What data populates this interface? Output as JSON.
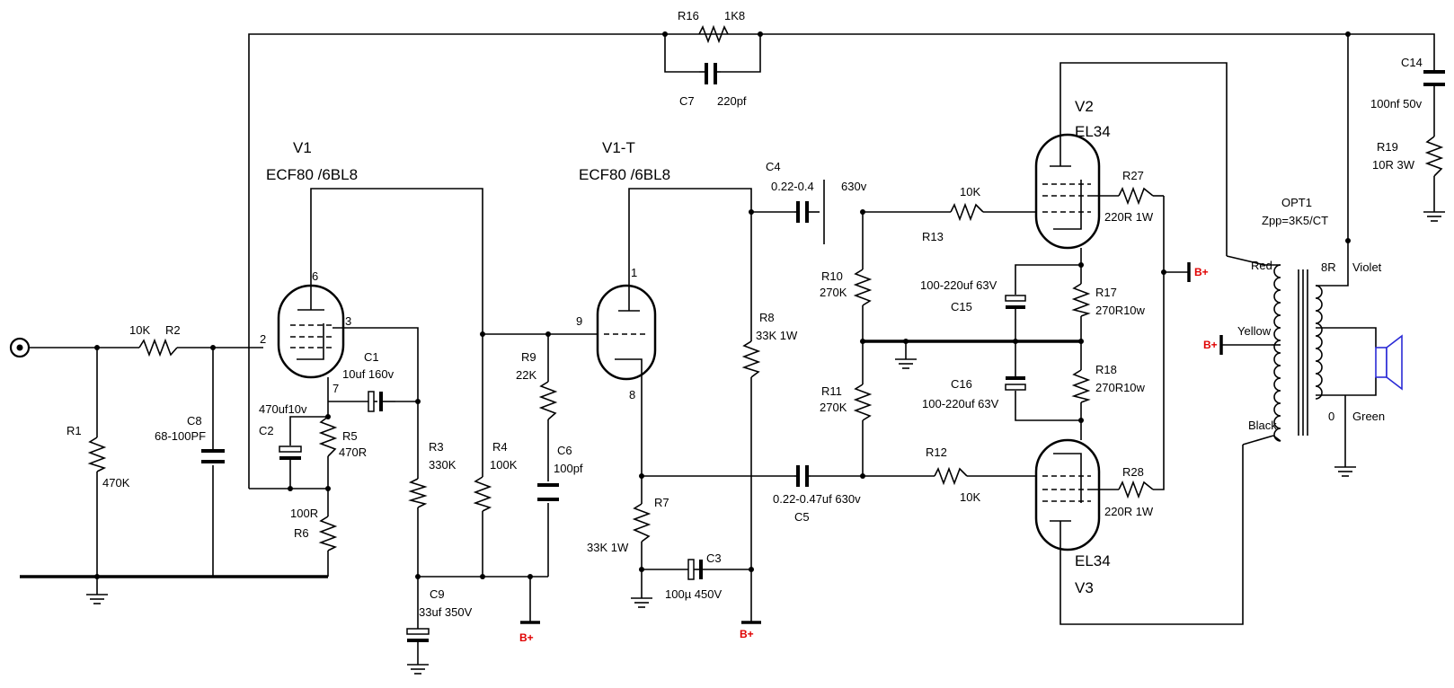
{
  "tubes": {
    "v1": {
      "name": "V1",
      "type": "ECF80 /6BL8",
      "pins": [
        "2",
        "3",
        "6",
        "7"
      ]
    },
    "v1t": {
      "name": "V1-T",
      "type": "ECF80 /6BL8",
      "pins": [
        "1",
        "9",
        "8"
      ]
    },
    "v2": {
      "name": "V2",
      "type": "EL34"
    },
    "v3": {
      "name": "V3",
      "type": "EL34"
    }
  },
  "resistors": {
    "r1": {
      "ref": "R1",
      "value": "470K"
    },
    "r2": {
      "ref": "R2",
      "value": "10K"
    },
    "r3": {
      "ref": "R3",
      "value": "330K"
    },
    "r4": {
      "ref": "R4",
      "value": "100K"
    },
    "r5": {
      "ref": "R5",
      "value": "470R"
    },
    "r6": {
      "ref": "R6",
      "value": "100R"
    },
    "r7": {
      "ref": "R7",
      "value": "33K 1W"
    },
    "r8": {
      "ref": "R8",
      "value": "33K 1W"
    },
    "r9": {
      "ref": "R9",
      "value": "22K"
    },
    "r10": {
      "ref": "R10",
      "value": "270K"
    },
    "r11": {
      "ref": "R11",
      "value": "270K"
    },
    "r12": {
      "ref": "R12",
      "value": "10K"
    },
    "r13": {
      "ref": "R13",
      "value": "10K"
    },
    "r16": {
      "ref": "R16",
      "value": "1K8"
    },
    "r17": {
      "ref": "R17",
      "value": "270R10w"
    },
    "r18": {
      "ref": "R18",
      "value": "270R10w"
    },
    "r19": {
      "ref": "R19",
      "value": "10R 3W"
    },
    "r27": {
      "ref": "R27",
      "value": "220R 1W"
    },
    "r28": {
      "ref": "R28",
      "value": "220R 1W"
    }
  },
  "capacitors": {
    "c1": {
      "ref": "C1",
      "value": "10uf 160v"
    },
    "c2": {
      "ref": "C2",
      "value": "470uf10v"
    },
    "c3": {
      "ref": "C3",
      "value": "100µ 450V"
    },
    "c4": {
      "ref": "C4",
      "value": "0.22-0.4",
      "voltage": "630v"
    },
    "c5": {
      "ref": "C5",
      "value": "0.22-0.47uf 630v"
    },
    "c6": {
      "ref": "C6",
      "value": "100pf"
    },
    "c7": {
      "ref": "C7",
      "value": "220pf"
    },
    "c8": {
      "ref": "C8",
      "value": "68-100PF"
    },
    "c9": {
      "ref": "C9",
      "value": "33uf 350V"
    },
    "c14": {
      "ref": "C14",
      "value": "100nf 50v"
    },
    "c15": {
      "ref": "C15",
      "value": "100-220uf 63V"
    },
    "c16": {
      "ref": "C16",
      "value": "100-220uf 63V"
    }
  },
  "transformer": {
    "ref": "OPT1",
    "spec": "Zpp=3K5/CT",
    "primary_top": "Red",
    "primary_center": "Yellow",
    "primary_bottom": "Black",
    "secondary_top": "Violet",
    "secondary_bottom": "Green",
    "sec_tap_high": "8R",
    "sec_tap_low": "0"
  },
  "supply_label": "B+",
  "colors": {
    "supply": "#e00000",
    "speaker": "#2b2bd6"
  }
}
